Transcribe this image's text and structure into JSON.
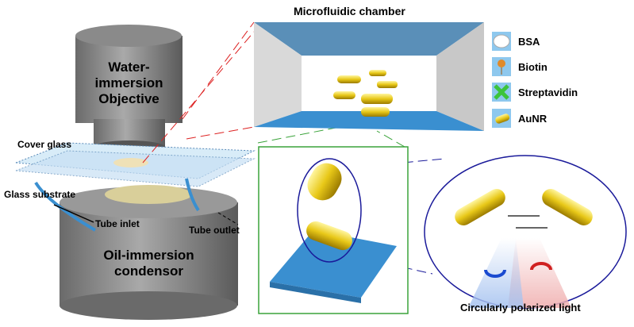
{
  "title": "Microfluidic chamber",
  "objective_label": "Water-immersion Objective",
  "objective_lines": [
    "Water-",
    "immersion",
    "Objective"
  ],
  "condenser_lines": [
    "Oil-immersion",
    "condensor"
  ],
  "cover_glass": "Cover glass",
  "glass_substrate": "Glass substrate",
  "tube_inlet": "Tube inlet",
  "tube_outlet": "Tube outlet",
  "light_label": "Circularly polarized light",
  "legend": [
    {
      "label": "BSA",
      "icon": "bsa-sphere-icon",
      "color": "#ffffff"
    },
    {
      "label": "Biotin",
      "icon": "biotin-icon",
      "color": "#e08a2a"
    },
    {
      "label": "Streptavidin",
      "icon": "streptavidin-icon",
      "color": "#3cc43c"
    },
    {
      "label": "AuNR",
      "icon": "gold-nanorod-icon",
      "color": "#e8c818"
    }
  ],
  "colors": {
    "legend_bg": "#8ec8ee",
    "substrate": "#3a8fd0",
    "gold": "#e8c818",
    "zoom_box": "#3aa33a",
    "ellipse": "#1a1a9a"
  }
}
